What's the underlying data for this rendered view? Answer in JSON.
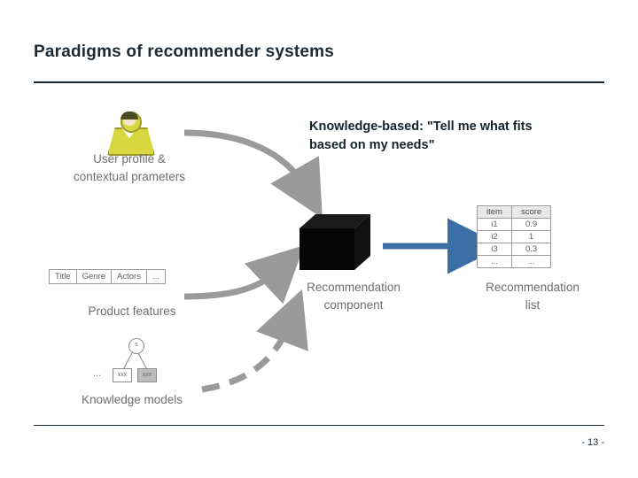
{
  "slide": {
    "title": "Paradigms of recommender systems",
    "page_number": "- 13 -",
    "callout_line1": "Knowledge-based: \"Tell me what fits",
    "callout_line2": "based on my needs\""
  },
  "diagram": {
    "labels": {
      "user_profile_line1": "User profile &",
      "user_profile_line2": "contextual prameters",
      "product_features": "Product features",
      "knowledge_models": "Knowledge models",
      "recommendation_component_line1": "Recommendation",
      "recommendation_component_line2": "component",
      "recommendation_list_line1": "Recommendation",
      "recommendation_list_line2": "list"
    },
    "product_table": {
      "headers": [
        "Title",
        "Genre",
        "Actors",
        "..."
      ]
    },
    "knowledge_graph": {
      "node_top": "s",
      "node_left": "xxx",
      "node_right": "xxx",
      "dots": "..."
    },
    "recommendation_table": {
      "headers": [
        "item",
        "score"
      ],
      "rows": [
        [
          "i1",
          "0.9"
        ],
        [
          "i2",
          "1"
        ],
        [
          "i3",
          "0.3"
        ],
        [
          "...",
          "..."
        ]
      ]
    },
    "colors": {
      "arrow_gray": "#9a9a9a",
      "arrow_blue": "#3c6fa5",
      "label_gray": "#6e6e6e",
      "title_dark": "#1b2a33",
      "avatar_yellow": "#d7d83f"
    }
  }
}
